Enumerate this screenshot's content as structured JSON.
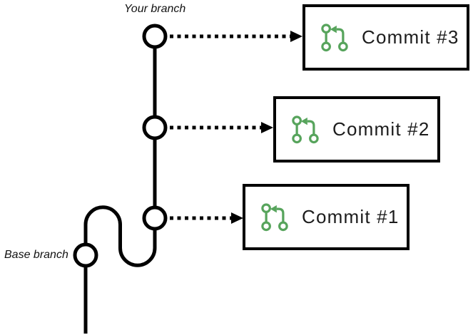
{
  "diagram": {
    "labels": {
      "your_branch": "Your branch",
      "base_branch": "Base branch"
    },
    "commits": [
      {
        "label": "Commit #3",
        "icon": "git-pull-request-icon"
      },
      {
        "label": "Commit #2",
        "icon": "git-pull-request-icon"
      },
      {
        "label": "Commit #1",
        "icon": "git-pull-request-icon"
      }
    ],
    "structure": {
      "your_branch_node_count": 3,
      "base_branch_node_count": 1,
      "arrows": [
        "commit-node-3 to Commit #3 box",
        "commit-node-2 to Commit #2 box",
        "commit-node-1 to Commit #1 box"
      ]
    },
    "colors": {
      "accent_green": "#57A45C",
      "ink": "#000000",
      "box_text": "#1C1C1C",
      "background": "#FFFFFF"
    }
  }
}
